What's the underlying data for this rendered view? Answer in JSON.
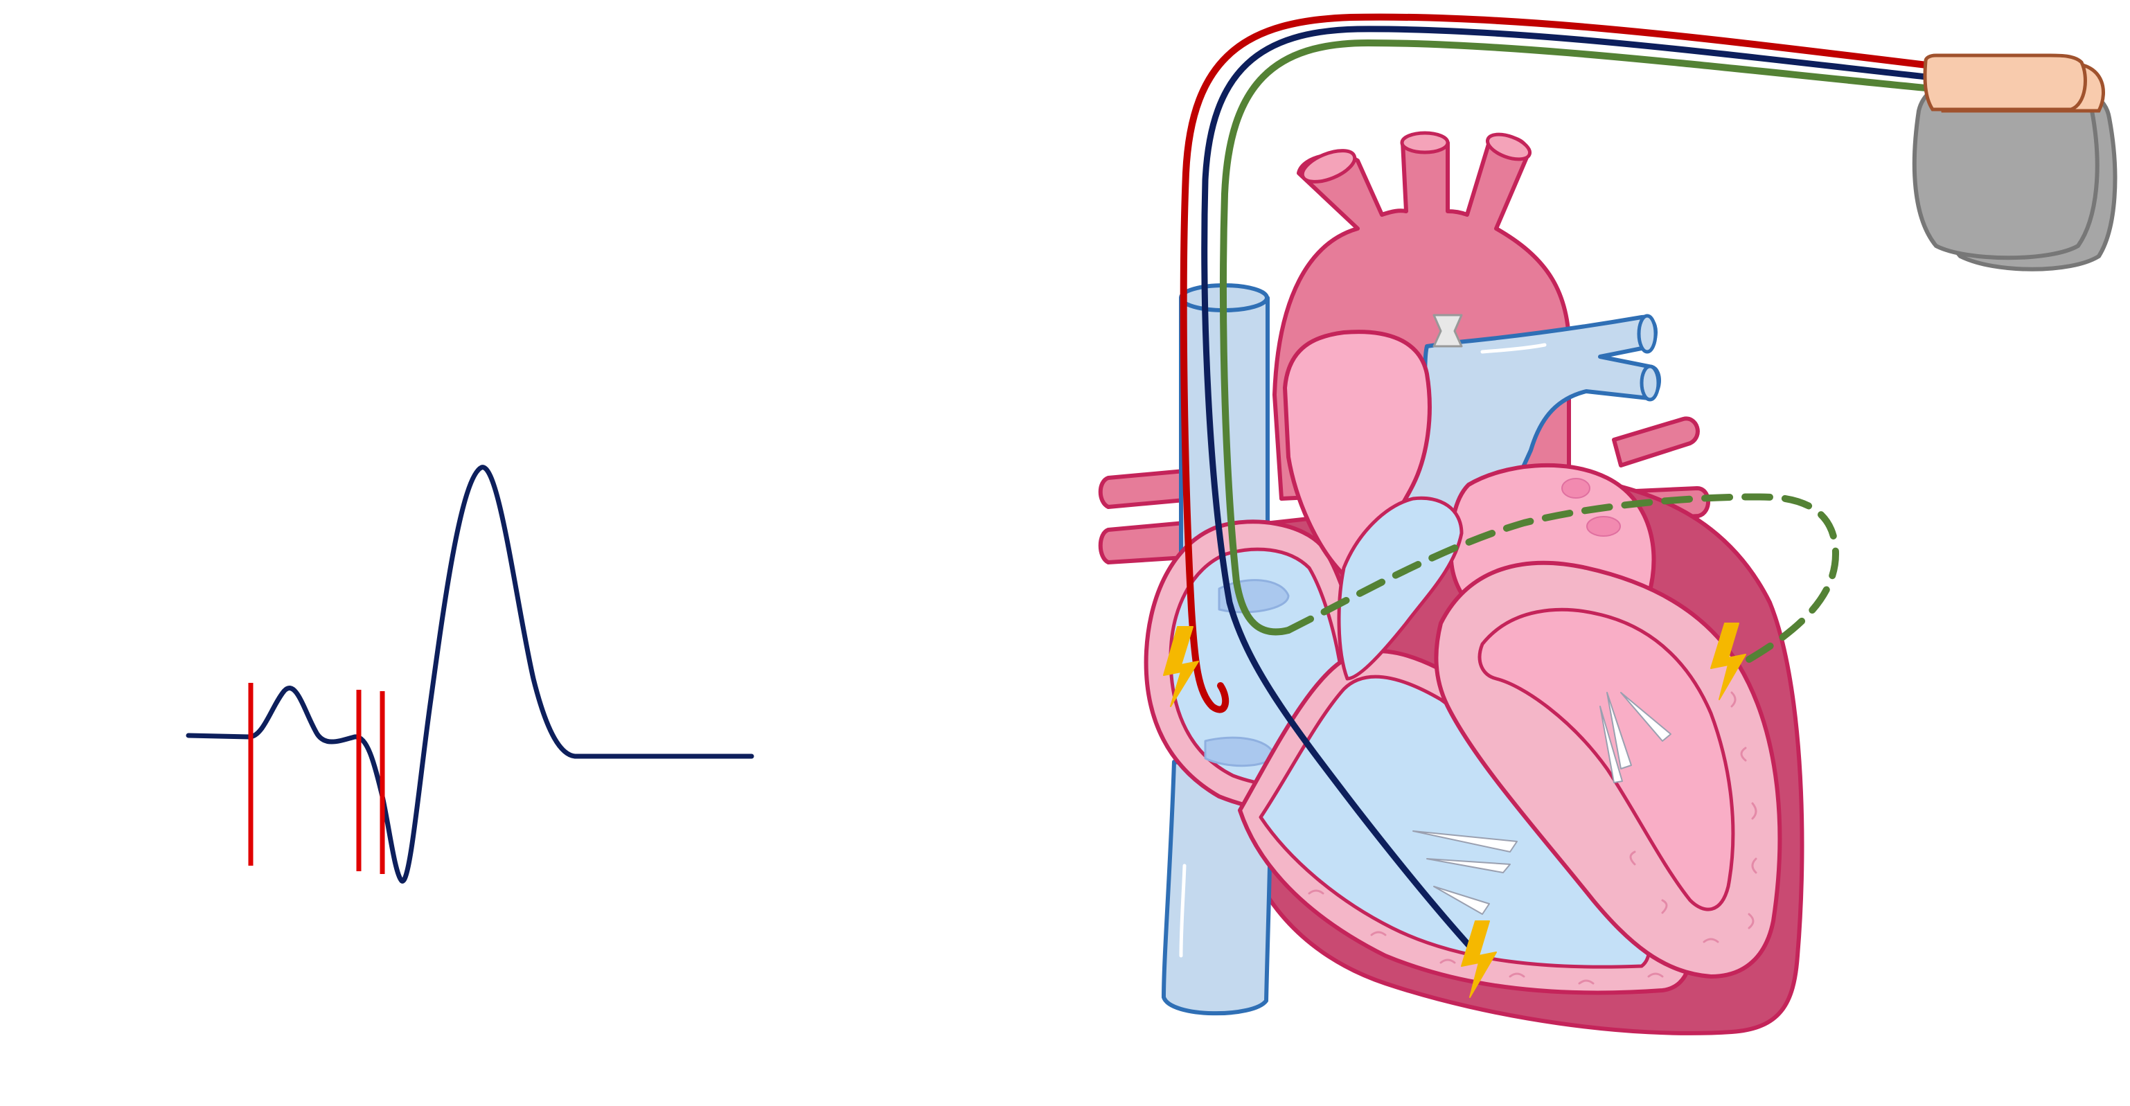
{
  "diagram": {
    "subject": "cardiac-resynchronization-therapy",
    "device": {
      "name": "pulse-generator",
      "leads": 3
    },
    "leads": [
      {
        "id": "right-atrial-lead",
        "color": "#c00000",
        "target": "right-atrium"
      },
      {
        "id": "right-ventricular-lead",
        "color": "#0d1f5c",
        "target": "right-ventricle-apex"
      },
      {
        "id": "left-ventricular-lead",
        "color": "#548235",
        "target": "left-ventricle-lateral-wall"
      }
    ],
    "pacing_sites": 3
  },
  "ecg": {
    "trace_color": "#0d1f5c",
    "pacing_spikes": 3,
    "spike_color": "#e00000"
  },
  "colors": {
    "oxygenated": "#e67c99",
    "deoxygenated": "#c4d9ee",
    "myocardium": "#f4b6c8",
    "outline_red": "#c4245a",
    "outline_blue": "#2f6fb5",
    "spark": "#f5b800",
    "device_body": "#a6a6a6",
    "device_header": "#f8cbad"
  }
}
